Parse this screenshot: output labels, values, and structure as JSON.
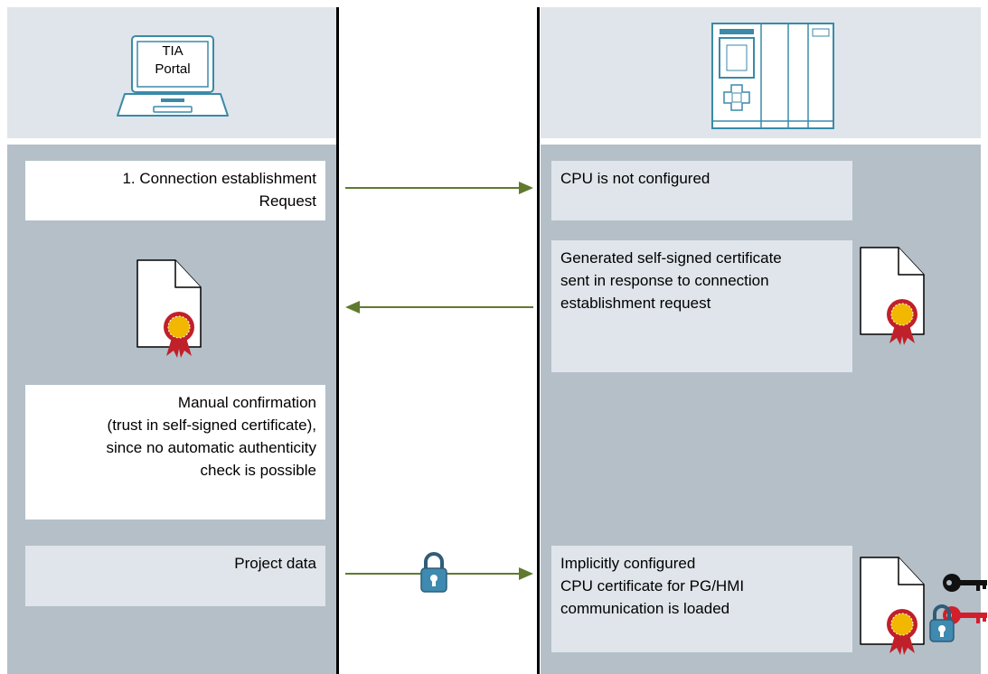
{
  "laptop": {
    "label_line1": "TIA",
    "label_line2": "Portal"
  },
  "steps": {
    "connection_request": "1. Connection establishment\nRequest",
    "cpu_not_configured": "CPU is not configured",
    "self_signed_response": "Generated self-signed certificate\nsent in response to connection\nestablishment request",
    "manual_confirmation": "Manual confirmation\n(trust in self-signed certificate),\nsince no automatic authenticity\ncheck is possible",
    "project_data": "Project data",
    "cpu_certificate_loaded": "Implicitly configured\nCPU certificate for PG/HMI\ncommunication is loaded"
  },
  "colors": {
    "arrow": "#5f7a2e",
    "panel_top": "#dfe5ea",
    "panel_main": "#b4bfc8",
    "device_icon": "#3a8aa8",
    "seal_red": "#c0202a",
    "seal_yellow": "#f2b800",
    "key_red": "#d21f2b"
  },
  "icons": [
    "laptop-icon",
    "plc-cpu-icon",
    "certificate-icon",
    "padlock-icon",
    "key-icon"
  ]
}
